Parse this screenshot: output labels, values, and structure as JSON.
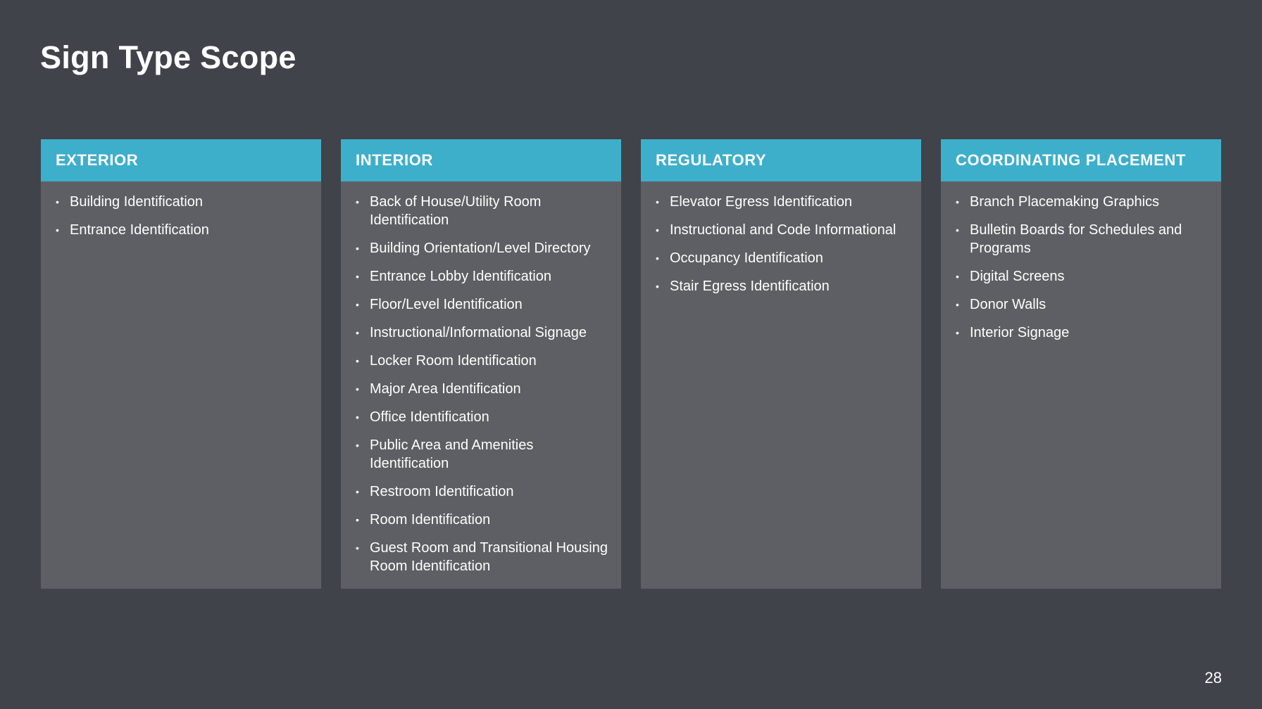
{
  "slide": {
    "title": "Sign Type Scope",
    "page_number": "28"
  },
  "columns": [
    {
      "heading": "EXTERIOR",
      "items": [
        "Building Identification",
        "Entrance Identification"
      ]
    },
    {
      "heading": "INTERIOR",
      "items": [
        "Back of House/Utility Room Identification",
        "Building Orientation/Level Directory",
        "Entrance Lobby Identification",
        "Floor/Level Identification",
        "Instructional/Informational Signage",
        "Locker Room Identification",
        "Major Area Identification",
        "Office Identification",
        "Public Area and Amenities Identification",
        "Restroom Identification",
        "Room Identification",
        "Guest Room and Transitional Housing Room Identification"
      ]
    },
    {
      "heading": "REGULATORY",
      "items": [
        "Elevator Egress Identification",
        "Instructional and Code Informational",
        "Occupancy Identification",
        "Stair Egress Identification"
      ]
    },
    {
      "heading": "COORDINATING PLACEMENT",
      "items": [
        "Branch Placemaking Graphics",
        "Bulletin Boards for Schedules and Programs",
        "Digital Screens",
        "Donor Walls",
        "Interior Signage"
      ]
    }
  ],
  "colors": {
    "background": "#40434a",
    "card_body": "#5e5f64",
    "card_header": "#3dafcb",
    "text": "#ffffff"
  },
  "icons": {
    "bullet": "•"
  }
}
